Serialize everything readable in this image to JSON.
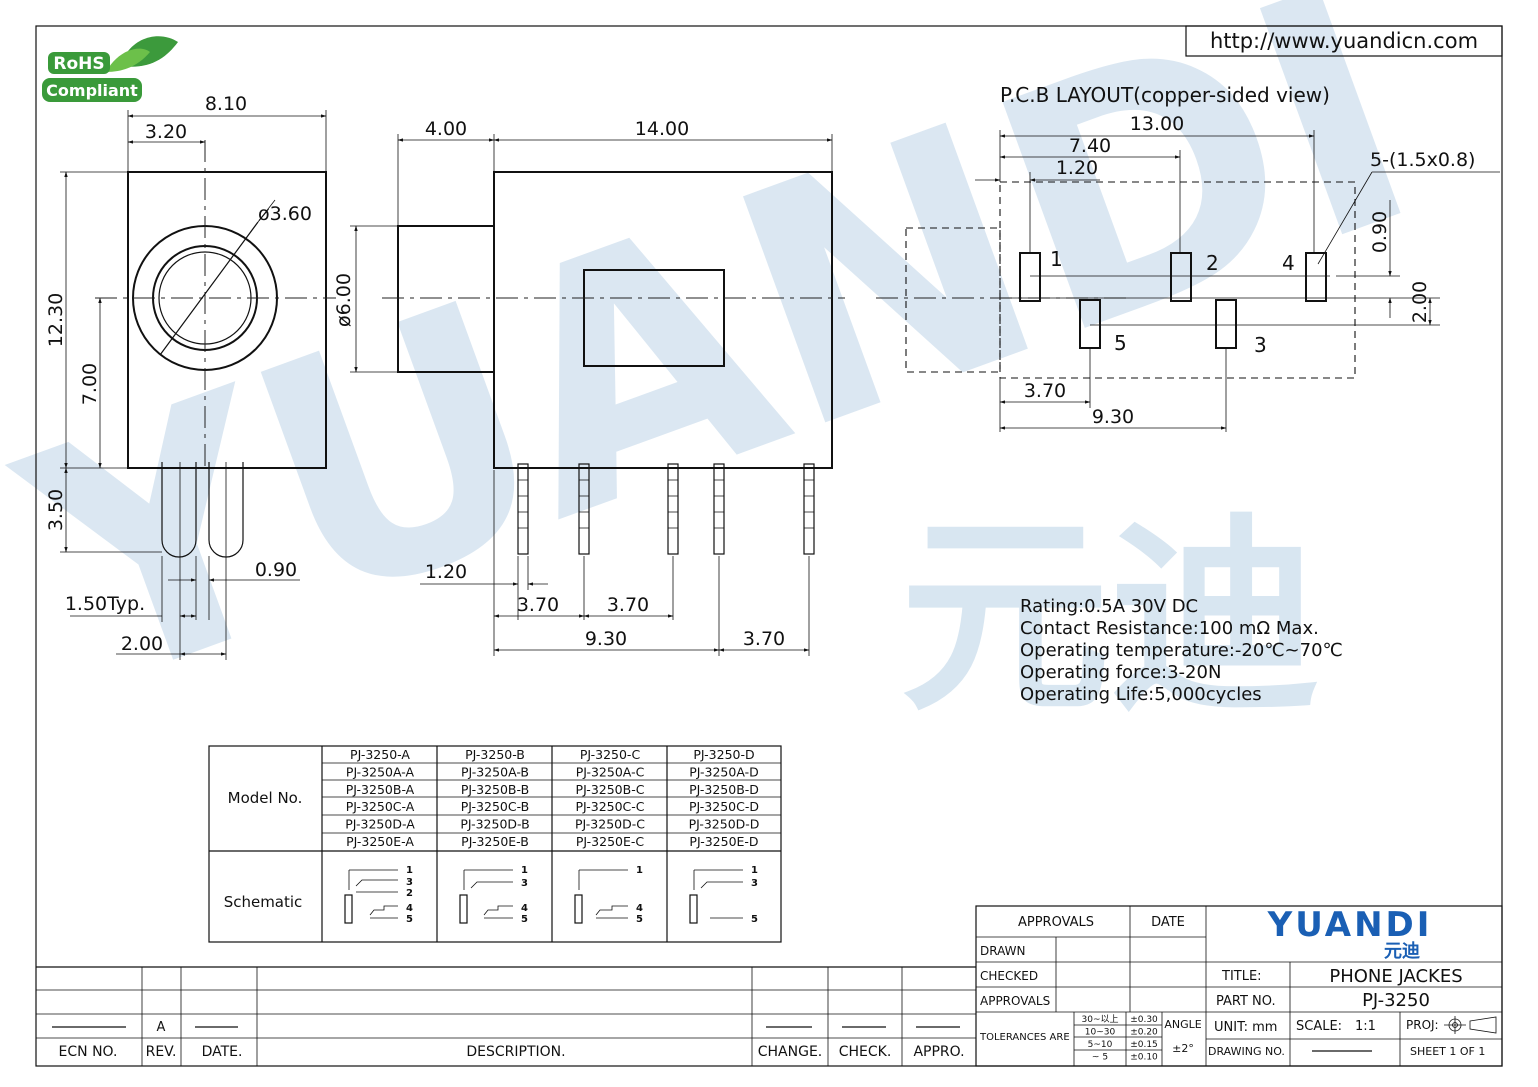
{
  "url": "http://www.yuandicn.com",
  "rohs": {
    "line1": "RoHS",
    "line2": "Compliant"
  },
  "watermark": {
    "latin": "YUANDI",
    "cjk": "元迪"
  },
  "front_view": {
    "dims": {
      "width": "8.10",
      "offset": "3.20",
      "hole": "ø3.60",
      "height": "12.30",
      "center": "7.00",
      "pin_len": "3.50",
      "pin_w": "0.90",
      "pin_pitch_label": "1.50Typ.",
      "pin_gap": "2.00"
    }
  },
  "side_view": {
    "dims": {
      "nose": "4.00",
      "body": "14.00",
      "dia": "ø6.00",
      "pin_w": "1.20",
      "p1": "3.70",
      "p2": "3.70",
      "span": "9.30",
      "p3": "3.70"
    }
  },
  "pcb": {
    "title": "P.C.B  LAYOUT(copper-sided  view)",
    "dims": {
      "total": "13.00",
      "d740": "7.40",
      "d120": "1.20",
      "slot": "5-(1.5x0.8)",
      "d090": "0.90",
      "d200": "2.00",
      "d370": "3.70",
      "d930": "9.30"
    },
    "pins": [
      "1",
      "2",
      "4",
      "5",
      "3"
    ]
  },
  "specs": [
    "Rating:0.5A  30V  DC",
    "Contact  Resistance:100  mΩ  Max.",
    "Operating  temperature:-20℃~70℃",
    "Operating  force:3-20N",
    "Operating  Life:5,000cycles"
  ],
  "model_table": {
    "model_label": "Model  No.",
    "schematic_label": "Schematic",
    "rows": [
      [
        "PJ-3250-A",
        "PJ-3250-B",
        "PJ-3250-C",
        "PJ-3250-D"
      ],
      [
        "PJ-3250A-A",
        "PJ-3250A-B",
        "PJ-3250A-C",
        "PJ-3250A-D"
      ],
      [
        "PJ-3250B-A",
        "PJ-3250B-B",
        "PJ-3250B-C",
        "PJ-3250B-D"
      ],
      [
        "PJ-3250C-A",
        "PJ-3250C-B",
        "PJ-3250C-C",
        "PJ-3250C-D"
      ],
      [
        "PJ-3250D-A",
        "PJ-3250D-B",
        "PJ-3250D-C",
        "PJ-3250D-D"
      ],
      [
        "PJ-3250E-A",
        "PJ-3250E-B",
        "PJ-3250E-C",
        "PJ-3250E-D"
      ]
    ],
    "schematics": [
      [
        "1",
        "3",
        "2",
        "4",
        "5"
      ],
      [
        "1",
        "3",
        "4",
        "5"
      ],
      [
        "1",
        "4",
        "5"
      ],
      [
        "1",
        "3",
        "5"
      ]
    ]
  },
  "revision_block": {
    "headers": [
      "ECN  NO.",
      "REV.",
      "DATE.",
      "DESCRIPTION.",
      "CHANGE.",
      "CHECK.",
      "APPRO."
    ],
    "rev_value": "A"
  },
  "title_block": {
    "approvals": "APPROVALS",
    "date": "DATE",
    "drawn": "DRAWN",
    "checked": "CHECKED",
    "approvals2": "APPROVALS",
    "tolerances": "TOLERANCES  ARE",
    "tol_rows": [
      [
        "30~以上",
        "±0.30"
      ],
      [
        "10~30",
        "±0.20"
      ],
      [
        "5~10",
        "±0.15"
      ],
      [
        "~ 5",
        "±0.10"
      ]
    ],
    "angle_label": "ANGLE",
    "angle_value": "±2°",
    "logo": "YUANDI",
    "logo_cjk": "元迪",
    "title_label": "TITLE:",
    "title_value": "PHONE  JACKES",
    "part_label": "PART  NO.",
    "part_value": "PJ-3250",
    "unit": "UNIT:  mm",
    "scale_label": "SCALE:",
    "scale_value": "1:1",
    "proj": "PROJ:",
    "drawing_no": "DRAWING  NO.",
    "sheet": "SHEET    1  OF  1",
    "colors": {
      "logo_blue": "#1a5fb4"
    }
  }
}
